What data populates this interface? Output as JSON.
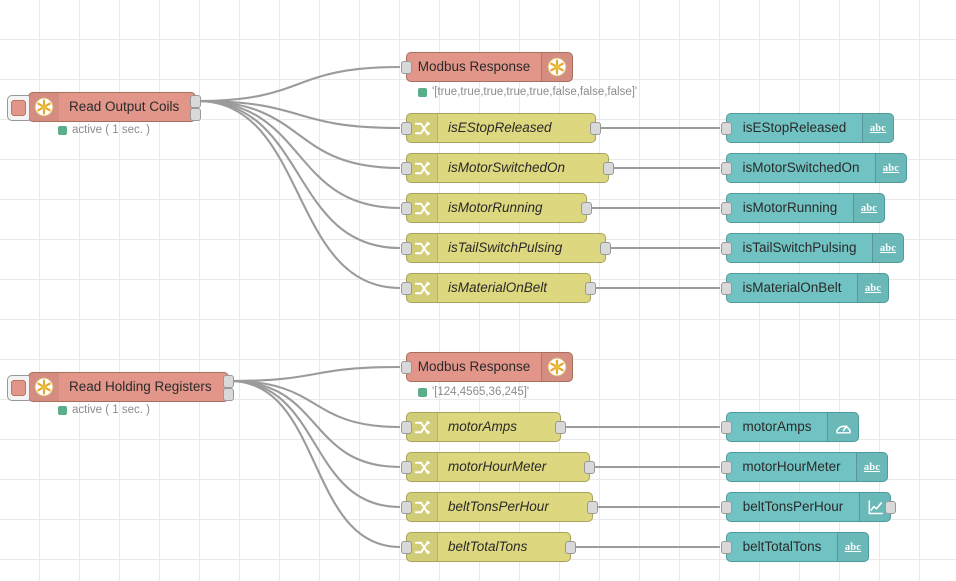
{
  "editor": {
    "name": "node-red-flow-canvas",
    "grid": {
      "spacing": 40,
      "color": "#e9e9e9"
    },
    "background": "#ffffff"
  },
  "palette": {
    "source_color": "#e2968a",
    "function_color": "#ddd87f",
    "ui_color": "#71c3c3",
    "wire_color": "#999999",
    "status_dot_color": "#5aae88",
    "port_color": "#d9d9d9"
  },
  "groups": [
    {
      "id": "coils",
      "source": {
        "label": "Read Output Coils",
        "icon": "modbus-asterisk-icon",
        "status": "active ( 1 sec. )",
        "status_dot": "green-dot-icon",
        "button": "node-button"
      },
      "response": {
        "label": "Modbus Response",
        "icon": "modbus-asterisk-icon",
        "status": "'[true,true,true,true,true,false,false,false]'",
        "status_dot": "green-dot-icon"
      },
      "functions": [
        {
          "label": "isEStopReleased",
          "icon": "change-swap-icon"
        },
        {
          "label": "isMotorSwitchedOn",
          "icon": "change-swap-icon"
        },
        {
          "label": "isMotorRunning",
          "icon": "change-swap-icon"
        },
        {
          "label": "isTailSwitchPulsing",
          "icon": "change-swap-icon"
        },
        {
          "label": "isMaterialOnBelt",
          "icon": "change-swap-icon"
        }
      ],
      "widgets": [
        {
          "label": "isEStopReleased",
          "icon": "abc-text-icon",
          "has_output": false
        },
        {
          "label": "isMotorSwitchedOn",
          "icon": "abc-text-icon",
          "has_output": false
        },
        {
          "label": "isMotorRunning",
          "icon": "abc-text-icon",
          "has_output": false
        },
        {
          "label": "isTailSwitchPulsing",
          "icon": "abc-text-icon",
          "has_output": false
        },
        {
          "label": "isMaterialOnBelt",
          "icon": "abc-text-icon",
          "has_output": false
        }
      ]
    },
    {
      "id": "registers",
      "source": {
        "label": "Read Holding Registers",
        "icon": "modbus-asterisk-icon",
        "status": "active ( 1 sec. )",
        "status_dot": "green-dot-icon",
        "button": "node-button"
      },
      "response": {
        "label": "Modbus Response",
        "icon": "modbus-asterisk-icon",
        "status": "'[124,4565,36,245]'",
        "status_dot": "green-dot-icon"
      },
      "functions": [
        {
          "label": "motorAmps",
          "icon": "change-swap-icon"
        },
        {
          "label": "motorHourMeter",
          "icon": "change-swap-icon"
        },
        {
          "label": "beltTonsPerHour",
          "icon": "change-swap-icon"
        },
        {
          "label": "beltTotalTons",
          "icon": "change-swap-icon"
        }
      ],
      "widgets": [
        {
          "label": "motorAmps",
          "icon": "gauge-icon",
          "has_output": false
        },
        {
          "label": "motorHourMeter",
          "icon": "abc-text-icon",
          "has_output": false
        },
        {
          "label": "beltTonsPerHour",
          "icon": "line-chart-icon",
          "has_output": true
        },
        {
          "label": "beltTotalTons",
          "icon": "abc-text-icon",
          "has_output": false
        }
      ]
    }
  ]
}
